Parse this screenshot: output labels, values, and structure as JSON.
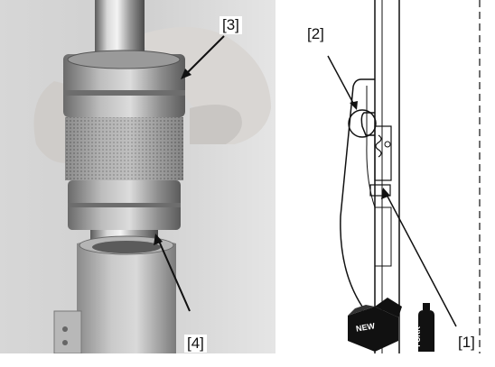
{
  "figure": {
    "photo": {
      "callouts": [
        {
          "id": "3",
          "label": "[3]"
        },
        {
          "id": "4",
          "label": "[4]"
        }
      ]
    },
    "diagram": {
      "callouts": [
        {
          "id": "2",
          "label": "[2]"
        },
        {
          "id": "1",
          "label": "[1]"
        }
      ],
      "icons": {
        "new_part": {
          "text": "NEW",
          "name": "new-part-box-icon"
        },
        "fork_oil": {
          "text": "FORK",
          "name": "fork-oil-bottle-icon"
        }
      }
    }
  }
}
